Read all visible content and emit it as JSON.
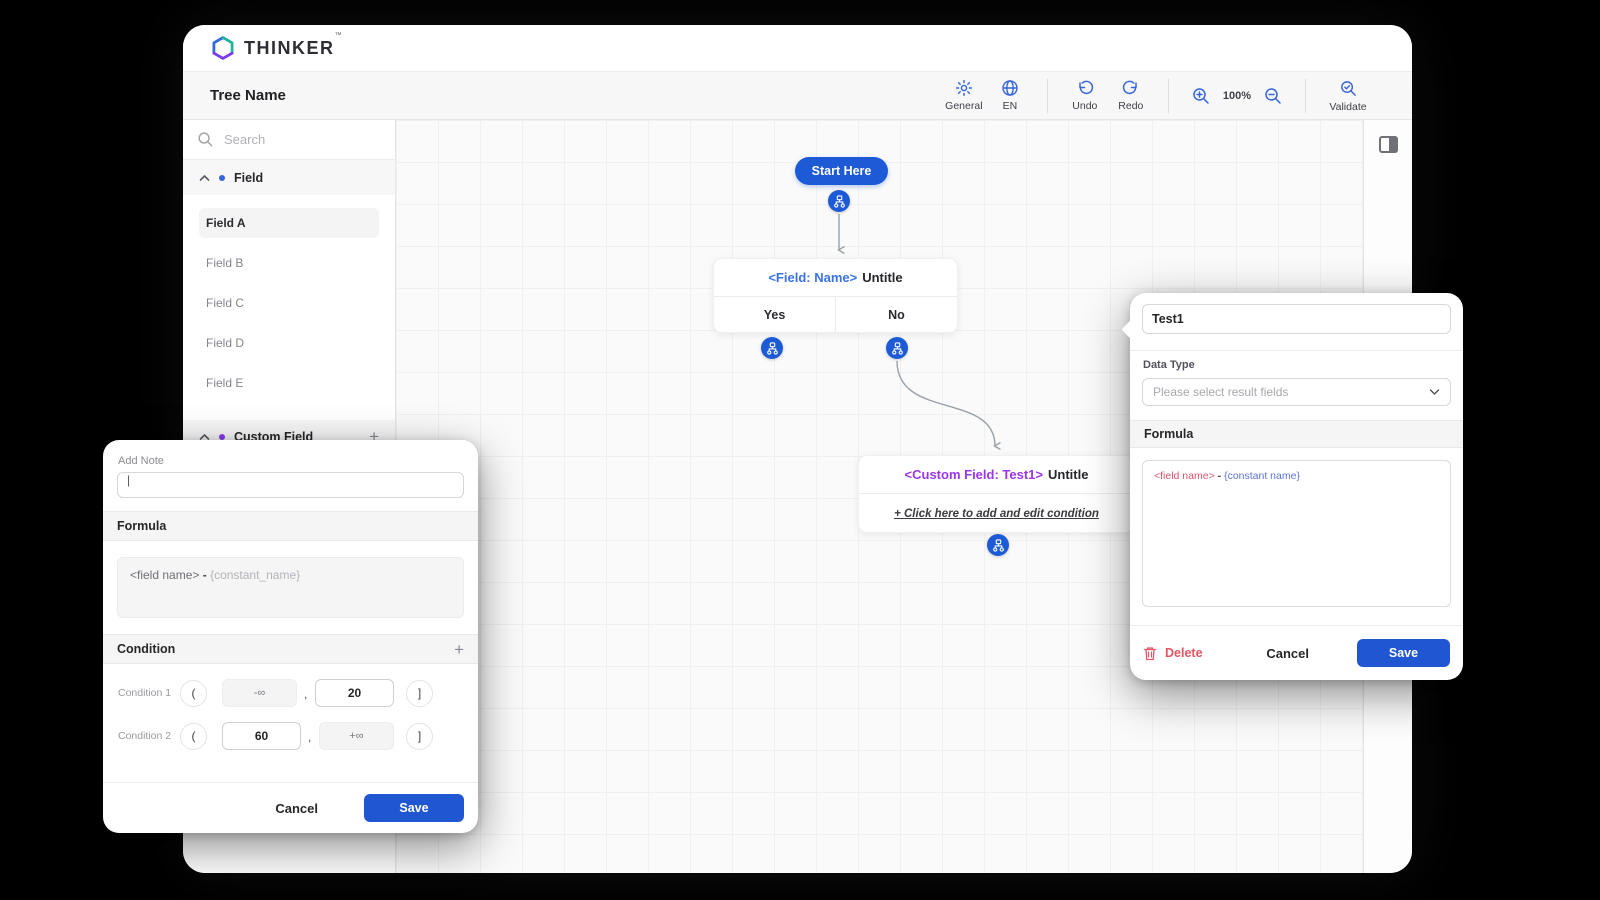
{
  "brand": {
    "name": "THINKER",
    "tm": "™"
  },
  "toolbar": {
    "tree_name": "Tree Name",
    "general": "General",
    "lang": "EN",
    "undo": "Undo",
    "redo": "Redo",
    "zoom_level": "100%",
    "validate": "Validate"
  },
  "sidebar": {
    "search_placeholder": "Search",
    "field_section_label": "Field",
    "items": [
      "Field A",
      "Field B",
      "Field C",
      "Field D",
      "Field E"
    ],
    "custom_section_label": "Custom Field"
  },
  "canvas": {
    "start_button": "Start Here",
    "field_node": {
      "tag": "<Field: Name>",
      "title": "Untitle",
      "yes": "Yes",
      "no": "No"
    },
    "custom_node": {
      "tag": "<Custom Field: Test1>",
      "title": "Untitle",
      "condition_link": "+ Click here to add and edit condition"
    }
  },
  "note_modal": {
    "add_note_label": "Add Note",
    "note_value": "",
    "caret": "|",
    "formula_label": "Formula",
    "formula": {
      "field": "<field name>",
      "operator": " - ",
      "constant": "{constant_name}"
    },
    "condition_label": "Condition",
    "add_condition": "+",
    "comma": ",",
    "rows": [
      {
        "label": "Condition 1",
        "open_bracket": "(",
        "min": "-∞",
        "max": "20",
        "close_bracket": "]"
      },
      {
        "label": "Condition 2",
        "open_bracket": "(",
        "min": "60",
        "max": "+∞",
        "close_bracket": "]"
      }
    ],
    "cancel": "Cancel",
    "save": "Save"
  },
  "result_modal": {
    "name_value": "Test1",
    "data_type_label": "Data Type",
    "data_type_placeholder": "Please select result fields",
    "formula_label": "Formula",
    "formula": {
      "field": "<field name>",
      "operator": " - ",
      "constant": "{constant name}"
    },
    "delete": "Delete",
    "cancel": "Cancel",
    "save": "Save"
  },
  "colors": {
    "primary_blue": "#1d5bd6",
    "save_blue": "#2156d3",
    "field_tag_blue": "#3973e6",
    "custom_tag_purple": "#9c36ee",
    "delete_red": "#e25563",
    "formula_field_pink": "#e0546e",
    "formula_constant_blue": "#5b75d9",
    "logo_blue": "#2f6bdb",
    "logo_teal": "#23b39b",
    "logo_purple": "#7c3aed"
  }
}
